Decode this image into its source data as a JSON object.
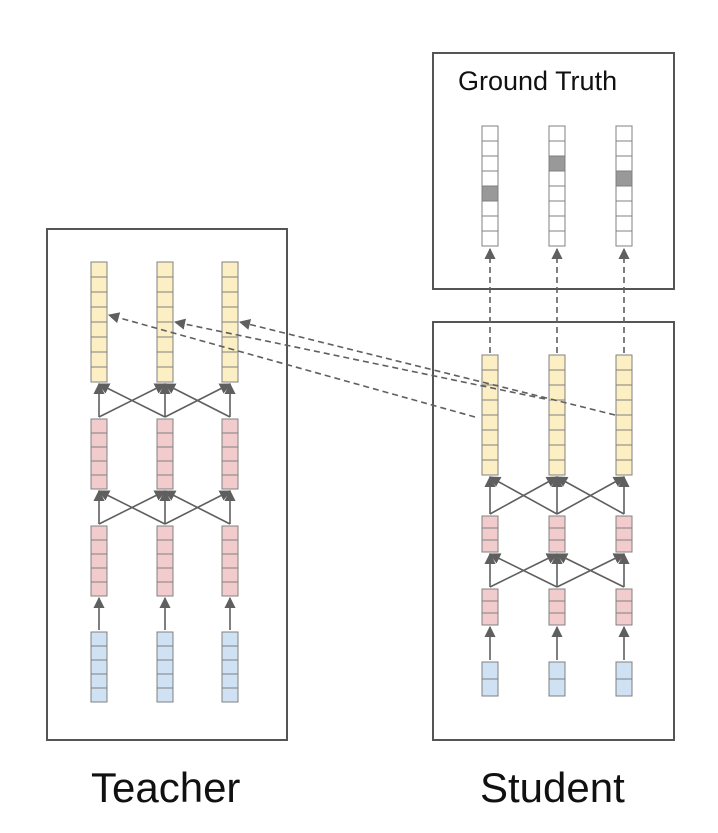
{
  "labels": {
    "teacher": "Teacher",
    "student": "Student",
    "ground_truth": "Ground Truth"
  },
  "colors": {
    "yellow": "#fcefc4",
    "red": "#f2cccc",
    "blue": "#cfe2f3",
    "gray_cell": "#999999",
    "white_cell": "#ffffff",
    "cell_border": "#808080",
    "box_border": "#555555",
    "arrow": "#5f5f5f"
  },
  "diagram": {
    "teacher": {
      "layers_top_to_bottom": [
        {
          "name": "output",
          "color": "yellow",
          "cells": 8
        },
        {
          "name": "hidden-2",
          "color": "red",
          "cells": 5
        },
        {
          "name": "hidden-1",
          "color": "red",
          "cells": 5
        },
        {
          "name": "input",
          "color": "blue",
          "cells": 5
        }
      ]
    },
    "student": {
      "layers_top_to_bottom": [
        {
          "name": "output",
          "color": "yellow",
          "cells": 8
        },
        {
          "name": "hidden-2",
          "color": "red",
          "cells": 3
        },
        {
          "name": "hidden-1",
          "color": "red",
          "cells": 3
        },
        {
          "name": "input",
          "color": "blue",
          "cells": 2
        }
      ]
    },
    "ground_truth": {
      "cells": 8,
      "highlighted_cell_index": [
        4,
        2,
        3
      ]
    }
  }
}
